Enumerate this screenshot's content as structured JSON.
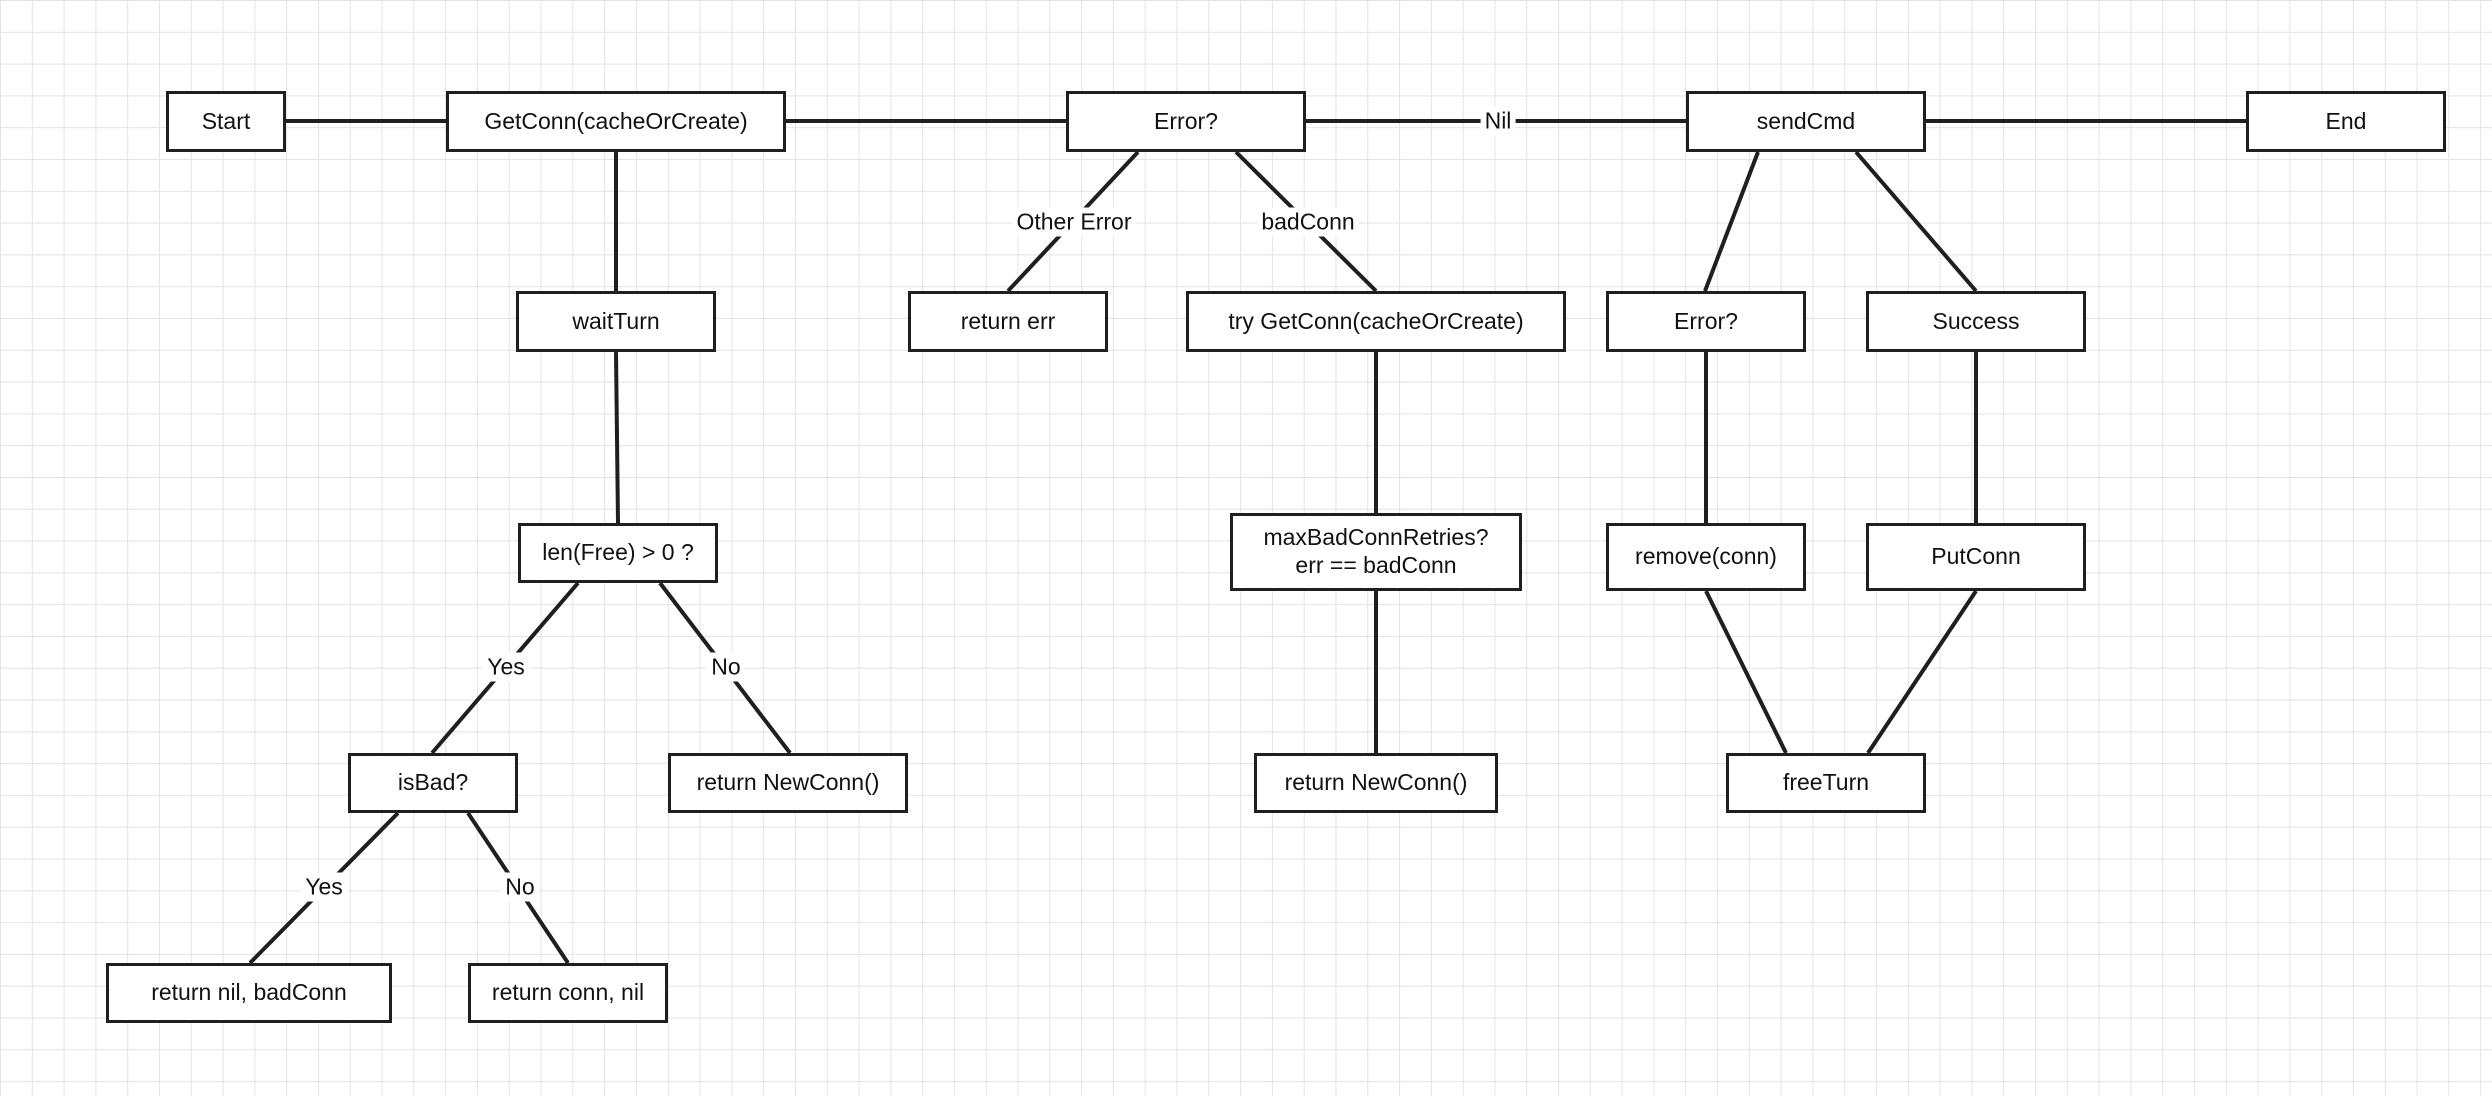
{
  "nodes": {
    "start": "Start",
    "getconn": "GetConn(cacheOrCreate)",
    "error_main": "Error?",
    "sendcmd": "sendCmd",
    "end": "End",
    "waitturn": "waitTurn",
    "return_err": "return err",
    "try_getconn": "try GetConn(cacheOrCreate)",
    "error_send": "Error?",
    "success": "Success",
    "len_free": "len(Free) > 0 ?",
    "max_retries": "maxBadConnRetries?\nerr == badConn",
    "remove_conn": "remove(conn)",
    "putconn": "PutConn",
    "isbad": "isBad?",
    "return_newconn_left": "return NewConn()",
    "return_newconn_mid": "return NewConn()",
    "freeturn": "freeTurn",
    "return_nil_badconn": "return nil, badConn",
    "return_conn_nil": "return conn, nil"
  },
  "edge_labels": {
    "nil": "Nil",
    "other_error": "Other Error",
    "badconn": "badConn",
    "yes_len": "Yes",
    "no_len": "No",
    "yes_isbad": "Yes",
    "no_isbad": "No"
  },
  "colors": {
    "stroke": "#1f1f1f",
    "grid": "#e3e3e3",
    "background": "#ffffff"
  }
}
